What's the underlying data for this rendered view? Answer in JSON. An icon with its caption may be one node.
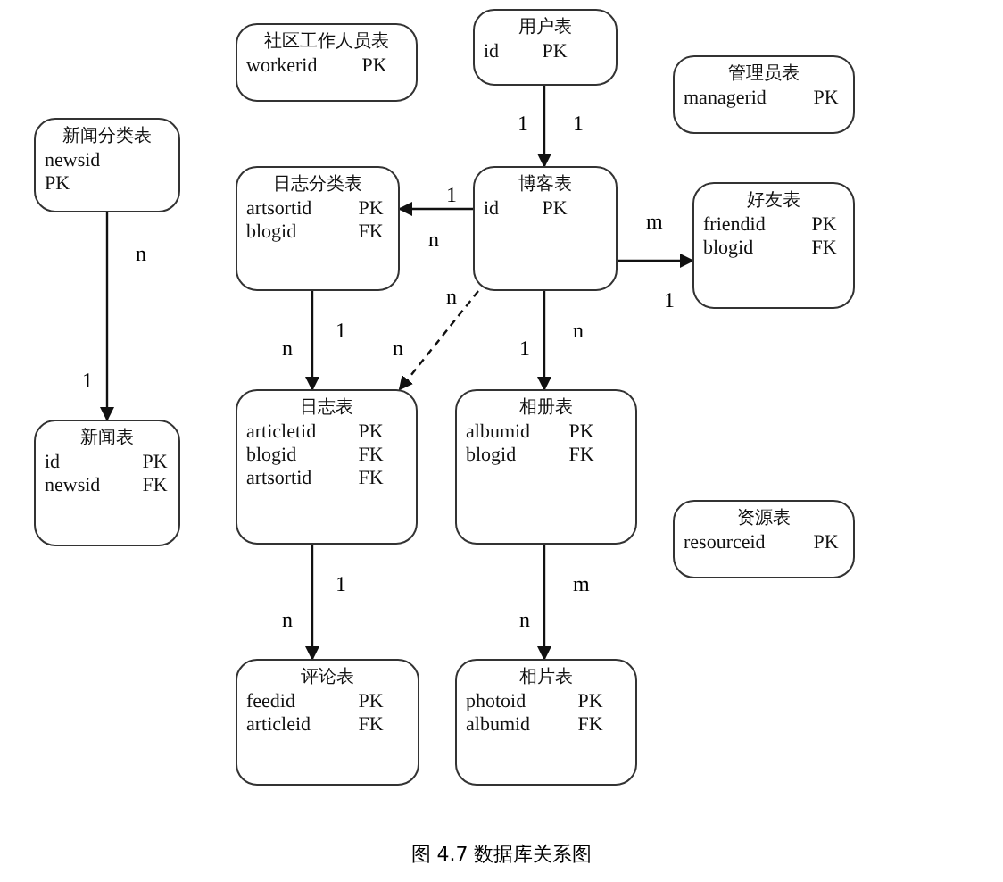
{
  "diagram": {
    "caption": "图 4.7 数据库关系图",
    "nodes": [
      {
        "text": [
          "社区工作人员表",
          "workerid PK"
        ]
      },
      {
        "text": [
          "用户表",
          "id PK"
        ]
      },
      {
        "text": [
          "管理员表",
          "managerid PK"
        ]
      },
      {
        "text": [
          "新闻分类表",
          "newsid",
          "PK"
        ]
      },
      {
        "text": [
          "日志分类表",
          "artsortid PK",
          "blogid FK"
        ]
      },
      {
        "text": [
          "博客表",
          "id PK"
        ]
      },
      {
        "text": [
          "好友表",
          "friendid PK",
          "blogid FK"
        ]
      },
      {
        "text": [
          "新闻表",
          "id PK",
          "newsid FK"
        ]
      },
      {
        "text": [
          "日志表",
          "articletid PK",
          "blogid FK",
          "artsortid FK"
        ]
      },
      {
        "text": [
          "相册表",
          "albumid PK",
          "blogid FK"
        ]
      },
      {
        "text": [
          "资源表",
          "resourceid PK"
        ]
      },
      {
        "text": [
          "评论表",
          "feedid PK",
          "articleid FK"
        ]
      },
      {
        "text": [
          "相片表",
          "photoid PK",
          "albumid FK"
        ]
      }
    ],
    "edges": [
      {
        "from": 1,
        "to": 5,
        "arrow": "to"
      },
      {
        "from": 5,
        "to": 4,
        "arrow": "to"
      },
      {
        "from": 5,
        "to": 6,
        "arrow": "to"
      },
      {
        "from": 3,
        "to": 7,
        "arrow": "to"
      },
      {
        "from": 4,
        "to": 8,
        "arrow": "to"
      },
      {
        "from": 5,
        "to": 8,
        "arrow": "to",
        "style": "dashed"
      },
      {
        "from": 5,
        "to": 9,
        "arrow": "to"
      },
      {
        "from": 8,
        "to": 11,
        "arrow": "to"
      },
      {
        "from": 9,
        "to": 12,
        "arrow": "to"
      }
    ],
    "labels": [
      "1",
      "1",
      "1",
      "n",
      "m",
      "1",
      "n",
      "1",
      "n",
      "1",
      "n",
      "n",
      "1",
      "n",
      "1",
      "n",
      "m",
      "n"
    ]
  }
}
